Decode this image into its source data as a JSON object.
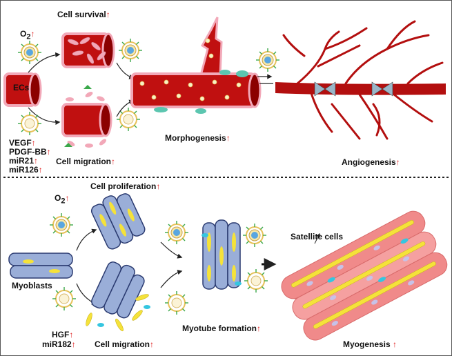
{
  "top": {
    "cell_survival": "Cell survival",
    "o2": "O",
    "o2_sub": "2",
    "ecs": "ECs",
    "cell_migration": "Cell migration",
    "morphogenesis": "Morphogenesis",
    "angiogenesis": "Angiogenesis",
    "factors": [
      "VEGF",
      "PDGF-BB",
      "miR21",
      "miR126"
    ]
  },
  "bottom": {
    "cell_proliferation": "Cell proliferation",
    "o2": "O",
    "o2_sub": "2",
    "myoblasts": "Myoblasts",
    "satellite_cells": "Satellite cells",
    "myotube_formation": "Myotube formation",
    "cell_migration": "Cell migration",
    "myogenesis": "Myogenesis",
    "factors": [
      "HGF",
      "miR182"
    ]
  },
  "arrow_up": "↑",
  "colors": {
    "vessel": "#c01010",
    "vessel_dark": "#8b0000",
    "cell_pink": "#f2a8b8",
    "myoblast": "#9aaed8",
    "myotube_yellow": "#f5e23a",
    "muscle_pink": "#f08a8a",
    "accent_red": "#e02020",
    "exosome_green": "#3aa84a"
  }
}
